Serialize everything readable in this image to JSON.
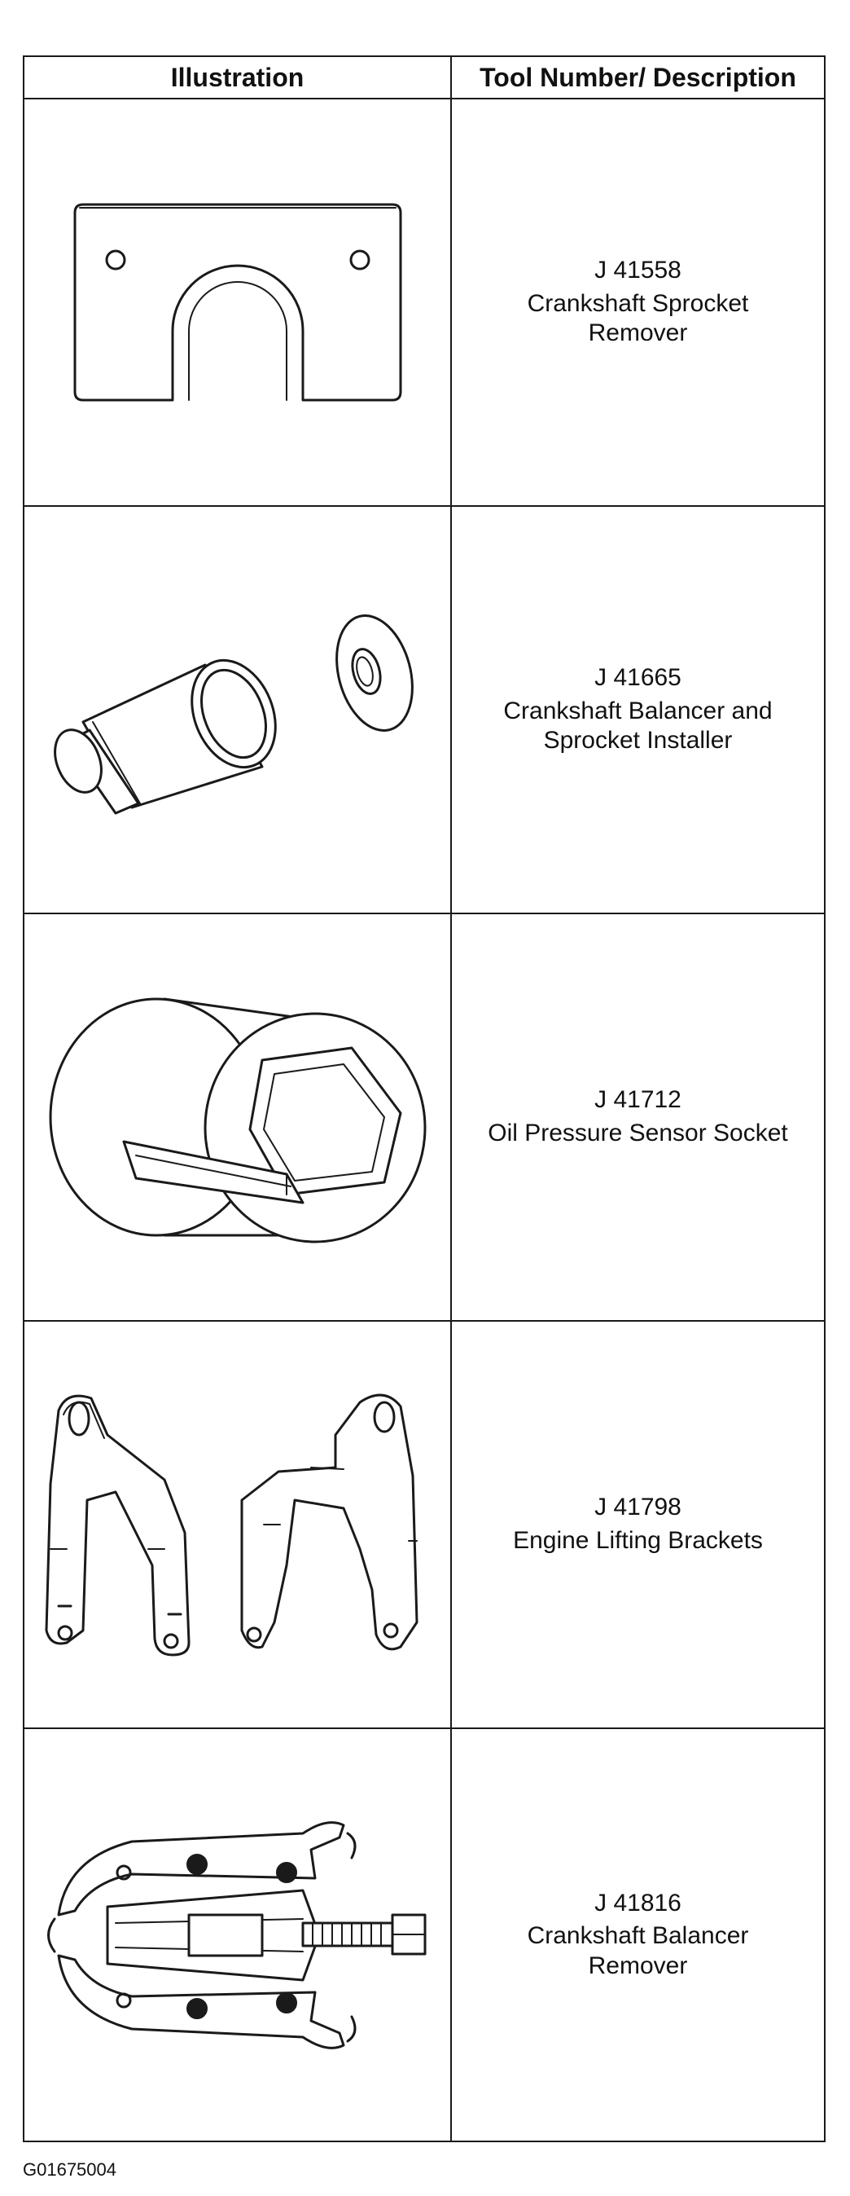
{
  "table": {
    "headers": {
      "illustration": "Illustration",
      "tool": "Tool Number/ Description"
    },
    "rows": [
      {
        "number": "J 41558",
        "name": "Crankshaft Sprocket Remover",
        "icon": "sprocket-remover-plate-icon"
      },
      {
        "number": "J 41665",
        "name": "Crankshaft Balancer and Sprocket Installer",
        "icon": "balancer-installer-sleeve-icon"
      },
      {
        "number": "J 41712",
        "name": "Oil Pressure Sensor Socket",
        "icon": "oil-pressure-socket-icon"
      },
      {
        "number": "J 41798",
        "name": "Engine Lifting Brackets",
        "icon": "lifting-brackets-icon"
      },
      {
        "number": "J 41816",
        "name": "Crankshaft Balancer Remover",
        "icon": "puller-icon"
      }
    ]
  },
  "figure_code": "G01675004"
}
